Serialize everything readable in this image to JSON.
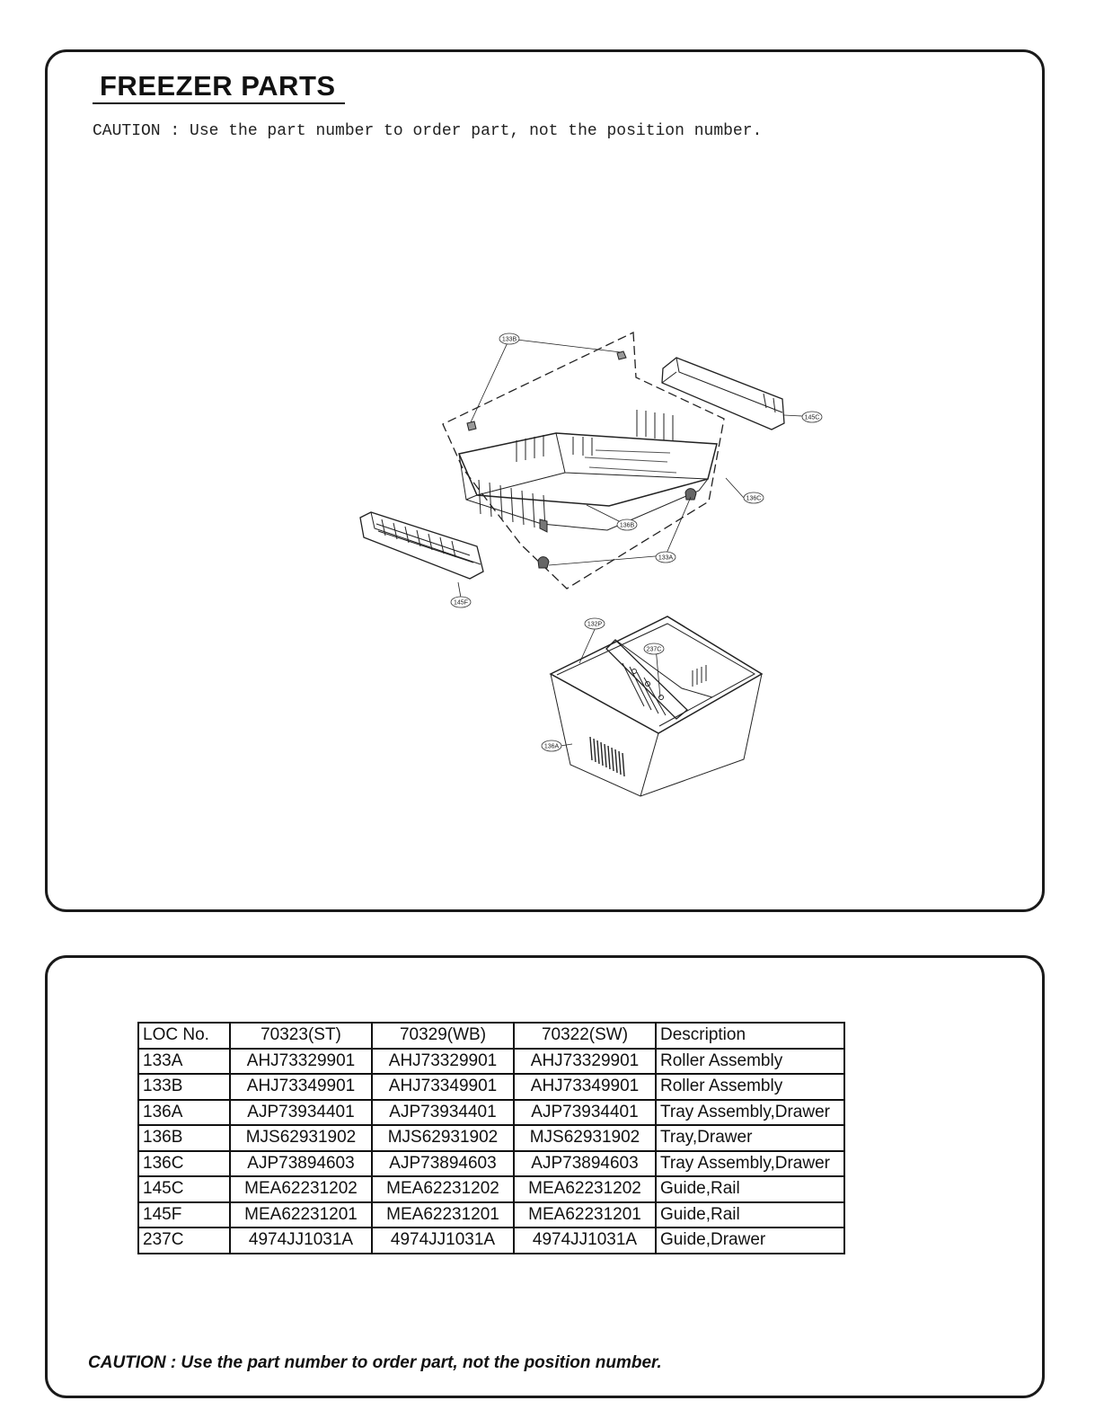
{
  "title": "FREEZER PARTS",
  "caution_top": "CAUTION : Use the part number to order part, not the position number.",
  "callouts": [
    "133B",
    "145C",
    "136C",
    "136B",
    "133A",
    "145F",
    "132P",
    "237C",
    "136A"
  ],
  "table": {
    "headers": [
      "LOC No.",
      "70323(ST)",
      "70329(WB)",
      "70322(SW)",
      "Description"
    ],
    "rows": [
      [
        "133A",
        "AHJ73329901",
        "AHJ73329901",
        "AHJ73329901",
        "Roller Assembly"
      ],
      [
        "133B",
        "AHJ73349901",
        "AHJ73349901",
        "AHJ73349901",
        "Roller Assembly"
      ],
      [
        "136A",
        "AJP73934401",
        "AJP73934401",
        "AJP73934401",
        "Tray Assembly,Drawer"
      ],
      [
        "136B",
        "MJS62931902",
        "MJS62931902",
        "MJS62931902",
        "Tray,Drawer"
      ],
      [
        "136C",
        "AJP73894603",
        "AJP73894603",
        "AJP73894603",
        "Tray Assembly,Drawer"
      ],
      [
        "145C",
        "MEA62231202",
        "MEA62231202",
        "MEA62231202",
        "Guide,Rail"
      ],
      [
        "145F",
        "MEA62231201",
        "MEA62231201",
        "MEA62231201",
        "Guide,Rail"
      ],
      [
        "237C",
        "4974JJ1031A",
        "4974JJ1031A",
        "4974JJ1031A",
        "Guide,Drawer"
      ]
    ]
  },
  "caution_bottom": "CAUTION : Use the part number to order part, not the position number."
}
